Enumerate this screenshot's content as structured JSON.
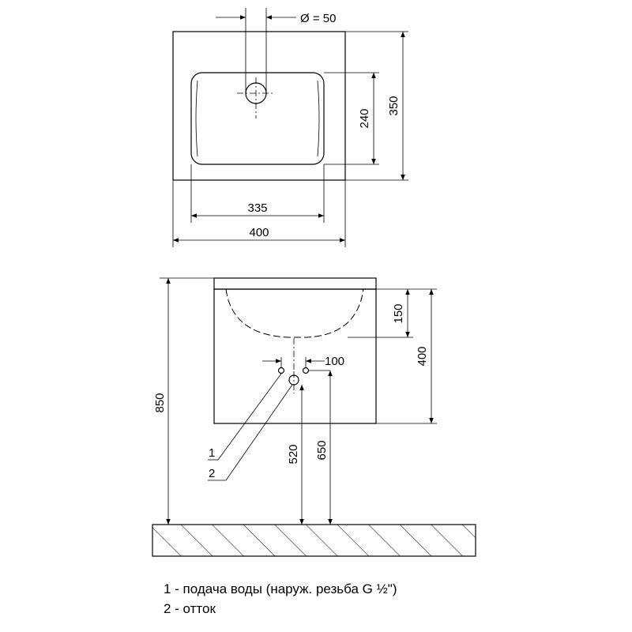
{
  "top_view": {
    "outer_width": "400",
    "basin_width": "335",
    "basin_depth": "240",
    "outer_depth": "350",
    "drain_diameter": "Ø = 50"
  },
  "front_view": {
    "total_height": "850",
    "cabinet_height": "400",
    "basin_height": "150",
    "connector_spacing": "100",
    "supply_height": "520",
    "drain_height": "650",
    "callout_1": "1",
    "callout_2": "2"
  },
  "legend": {
    "item_1": "1 - подача воды (наруж. резьба G ½\")",
    "item_2": "2 - отток"
  }
}
